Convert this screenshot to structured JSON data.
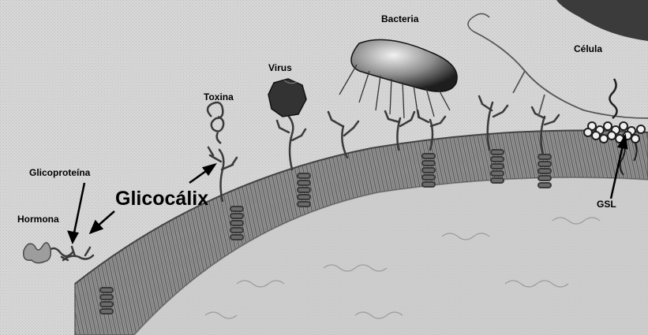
{
  "labels": {
    "bacteria": "Bacteria",
    "celula": "Célula",
    "virus": "Virus",
    "toxina": "Toxina",
    "glicoproteina": "Glicoproteína",
    "glicocalix": "Glicocálix",
    "hormona": "Hormona",
    "gsl": "GSL"
  },
  "colors": {
    "background": "#d9d9d9",
    "membrane": "#8a8a8a",
    "cell_interior": "#bdbdbd",
    "structures": "#3a3a3a",
    "text": "#000000"
  }
}
